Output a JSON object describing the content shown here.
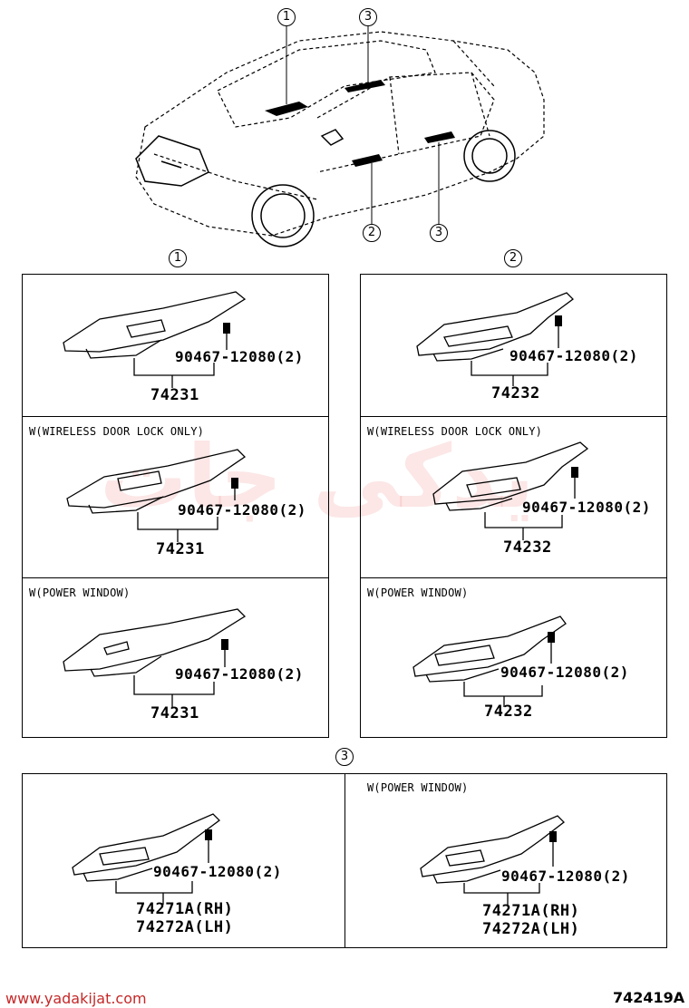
{
  "watermark": "یدکی جات",
  "callouts": {
    "c1": "1",
    "c2": "2",
    "c3": "3"
  },
  "panel1": {
    "bolt": "90467-12080(2)",
    "cells": [
      {
        "note": "",
        "part": "74231"
      },
      {
        "note": "W(WIRELESS DOOR LOCK ONLY)",
        "part": "74231"
      },
      {
        "note": "W(POWER WINDOW)",
        "part": "74231"
      }
    ]
  },
  "panel2": {
    "bolt": "90467-12080(2)",
    "cells": [
      {
        "note": "",
        "part": "74232"
      },
      {
        "note": "W(WIRELESS DOOR LOCK ONLY)",
        "part": "74232"
      },
      {
        "note": "W(POWER WINDOW)",
        "part": "74232"
      }
    ]
  },
  "panel3": {
    "bolt": "90467-12080(2)",
    "cells": [
      {
        "note": "",
        "part_rh": "74271A(RH)",
        "part_lh": "74272A(LH)"
      },
      {
        "note": "W(POWER WINDOW)",
        "part_rh": "74271A(RH)",
        "part_lh": "74272A(LH)"
      }
    ]
  },
  "footer": {
    "website": "www.yadakijat.com",
    "figure_id": "742419A"
  }
}
